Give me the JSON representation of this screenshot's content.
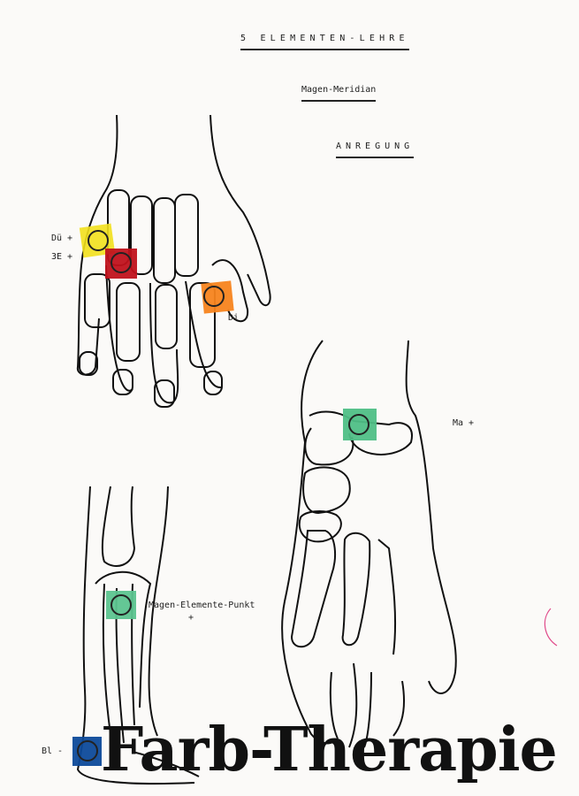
{
  "header": {
    "title": "5 ELEMENTEN-LEHRE",
    "meridian": "Magen-Meridian",
    "mode": "ANREGUNG"
  },
  "labels": {
    "due": "Dü +",
    "three_e": "3E +",
    "di": "Di -",
    "ma": "Ma +",
    "magen_elemente_punkt": "Magen-Elemente-Punkt",
    "magen_elemente_sign": "+",
    "bl": "Bl -"
  },
  "markers": [
    {
      "point": "Dü",
      "color": "#f2e01c"
    },
    {
      "point": "3E",
      "color": "#c0121c"
    },
    {
      "point": "Di",
      "color": "#f7841e"
    },
    {
      "point": "Ma",
      "color": "#4fbf86"
    },
    {
      "point": "Magen-Elemente-Punkt",
      "color": "#5cc48f"
    },
    {
      "point": "Bl",
      "color": "#0d4a9a"
    }
  ],
  "footer": {
    "title": "Farb-Therapie"
  }
}
